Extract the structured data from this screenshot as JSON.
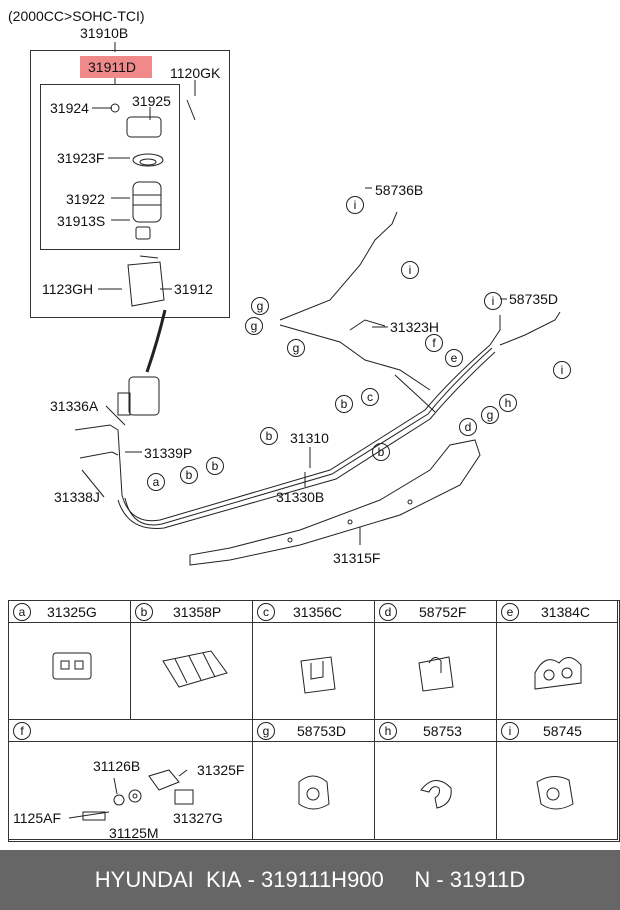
{
  "header": {
    "engine": "(2000CC>SOHC-TCI)"
  },
  "main_parts": {
    "assembly": "31910B",
    "filter_assy": "31911D",
    "bolt_top": "1120GK",
    "p31924": "31924",
    "p31925": "31925",
    "p31923F": "31923F",
    "p31922": "31922",
    "p31913S": "31913S",
    "p1123GH": "1123GH",
    "p31912": "31912"
  },
  "lines": {
    "p58736B": "58736B",
    "p31323H": "31323H",
    "p58735D": "58735D",
    "p31336A": "31336A",
    "p31339P": "31339P",
    "p31338J": "31338J",
    "p31310": "31310",
    "p31330B": "31330B",
    "p31315F": "31315F"
  },
  "callout_letters": {
    "a": "a",
    "b": "b",
    "c": "c",
    "d": "d",
    "e": "e",
    "f": "f",
    "g": "g",
    "h": "h",
    "i": "i"
  },
  "legend": {
    "row1": [
      {
        "letter": "a",
        "part": "31325G"
      },
      {
        "letter": "b",
        "part": "31358P"
      },
      {
        "letter": "c",
        "part": "31356C"
      },
      {
        "letter": "d",
        "part": "58752F"
      },
      {
        "letter": "e",
        "part": "31384C"
      }
    ],
    "row2_f": {
      "letter": "f",
      "parts": [
        "31126B",
        "31325F",
        "1125AF",
        "31125M",
        "31327G"
      ]
    },
    "row2": [
      {
        "letter": "g",
        "part": "58753D"
      },
      {
        "letter": "h",
        "part": "58753"
      },
      {
        "letter": "i",
        "part": "58745"
      }
    ]
  },
  "footer": {
    "brand": "HYUNDAI  KIA",
    "sep1": " - ",
    "oem": "319111H900",
    "gap": "     ",
    "npart": "N - 31911D"
  },
  "colors": {
    "highlight": "#f08a8a",
    "footer_bg": "#666666",
    "footer_text": "#ffffff"
  }
}
